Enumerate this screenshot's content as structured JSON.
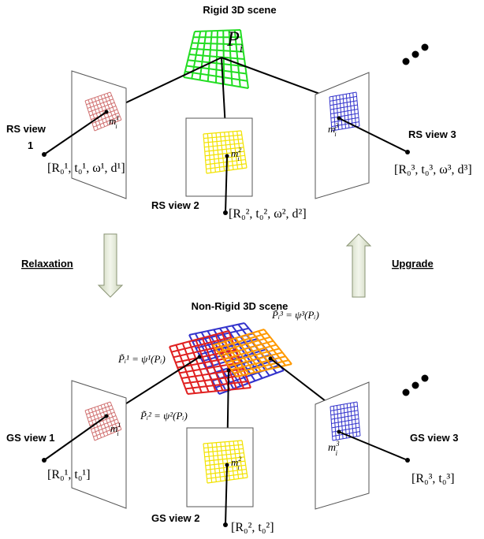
{
  "top": {
    "title": "Rigid 3D scene",
    "point_label": "P",
    "point_sub": "i",
    "views": [
      {
        "label_line1": "RS view",
        "label_line2": "1",
        "img_label": "m",
        "img_sup": "1",
        "img_sub": "i",
        "params": "[R₀¹, t₀¹, ω¹, d¹]"
      },
      {
        "label": "RS view 2",
        "img_label": "m",
        "img_sup": "2",
        "img_sub": "i",
        "params": "[R₀², t₀², ω², d²]"
      },
      {
        "label": "RS view 3",
        "img_label": "m",
        "img_sup": "3",
        "img_sub": "i",
        "params": "[R₀³, t₀³, ω³, d³]"
      }
    ]
  },
  "arrows": {
    "left": "Relaxation",
    "right": "Upgrade"
  },
  "bottom": {
    "title": "Non-Rigid 3D scene",
    "warped_points": [
      "P̃ᵢ¹ = ψ¹(Pᵢ)",
      "P̃ᵢ² = ψ²(Pᵢ)",
      "P̃ᵢ³ = ψ³(Pᵢ)"
    ],
    "views": [
      {
        "label": "GS view 1",
        "img_label": "m",
        "img_sup": "1",
        "img_sub": "i",
        "params": "[R₀¹, t₀¹]"
      },
      {
        "label": "GS view 2",
        "img_label": "m",
        "img_sup": "2",
        "img_sub": "i",
        "params": "[R₀², t₀²]"
      },
      {
        "label": "GS view 3",
        "img_label": "m",
        "img_sup": "3",
        "img_sub": "i",
        "params": "[R₀³, t₀³]"
      }
    ]
  },
  "colors": {
    "green_grid": "#22dd22",
    "pink_grid": "#d07070",
    "yellow_grid": "#f2e200",
    "blue_grid": "#3333cc",
    "red_grid": "#e02020",
    "orange_grid": "#ff9900",
    "arrow_fill": "#e4ead6"
  }
}
